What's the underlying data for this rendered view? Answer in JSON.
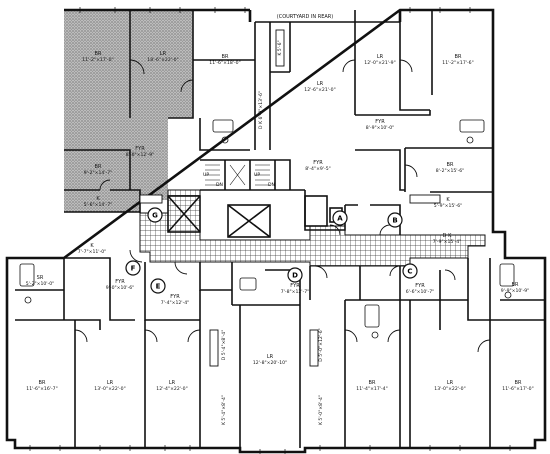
{
  "header": {
    "courtyard_label": "(COURTYARD IN REAR)"
  },
  "rooms": {
    "br_tl": [
      "BR",
      "11'-2\"×17'-0\""
    ],
    "lr_tl": [
      "LR",
      "18'-6\"×22'-0\""
    ],
    "br_tc": [
      "BR",
      "11'-6\"×18'-0\""
    ],
    "lr_c": [
      "LR",
      "12'-6\"×21'-0\""
    ],
    "lr_tr": [
      "LR",
      "12'-0\"×21'-9\""
    ],
    "br_tr": [
      "BR",
      "11'-2\"×17'-6\""
    ],
    "br_l": [
      "BR",
      "9'-2\"×14'-7\""
    ],
    "fyr_l": [
      "FYR",
      "8'-0\"×12'-9\""
    ],
    "k_l": [
      "K",
      "5'-6\"×14'-7\""
    ],
    "fyr_c": [
      "FYR",
      "8'-4\"×9'-5\""
    ],
    "fyr_r": [
      "FYR",
      "8'-9\"×10'-0\""
    ],
    "br_r": [
      "BR",
      "8'-2\"×15'-6\""
    ],
    "k_r": [
      "K",
      "5'-9\"×15'-6\""
    ],
    "dk_r": [
      "D  K",
      "7'-9\"×15'-4\""
    ],
    "k_ll": [
      "K",
      "7'-7\"×11'-0\""
    ],
    "sr_ll": [
      "SR",
      "5'-2\"×10'-0\""
    ],
    "fyr_ll": [
      "FYR",
      "9'-0\"×10'-6\""
    ],
    "fyr_e": [
      "FYR",
      "7'-4\"×12'-4\""
    ],
    "fyr_d": [
      "FYR",
      "7'-8\"×12'-7\""
    ],
    "fyr_cc": [
      "FYR",
      "6'-6\"×10'-7\""
    ],
    "br_rr": [
      "BR",
      "9'-9\"×10'-9\""
    ],
    "br_b1": [
      "BR",
      "11'-6\"×16'-7\""
    ],
    "lr_b1": [
      "LR",
      "13'-0\"×22'-0\""
    ],
    "lr_b2": [
      "LR",
      "12'-4\"×22'-0\""
    ],
    "lr_bc": [
      "LR",
      "12'-8\"×20'-10\""
    ],
    "br_b3": [
      "BR",
      "11'-4\"×17'-4\""
    ],
    "lr_b3": [
      "LR",
      "13'-0\"×22'-0\""
    ],
    "br_b4": [
      "BR",
      "11'-6\"×17'-0\""
    ]
  },
  "vertical_rooms": {
    "dk_top": "D  K  6'-0\"×13'-6\"",
    "k_top": "K 5'-6\"",
    "dk_bl": "D  5'-4\"×8'-4\"",
    "k_bl": "K 5'-4\"×8'-4\"",
    "dk_bc": "D  5'-0\"×12'-6\"",
    "k_bc": "K 5'-0\"×8'-4\""
  },
  "markers": [
    "A",
    "B",
    "C",
    "D",
    "E",
    "F",
    "G"
  ],
  "stair_labels": [
    "UP",
    "DN",
    "UP",
    "DN"
  ],
  "colors": {
    "line": "#111111",
    "hatch": "#8a8a8a",
    "grid": "#555555"
  }
}
